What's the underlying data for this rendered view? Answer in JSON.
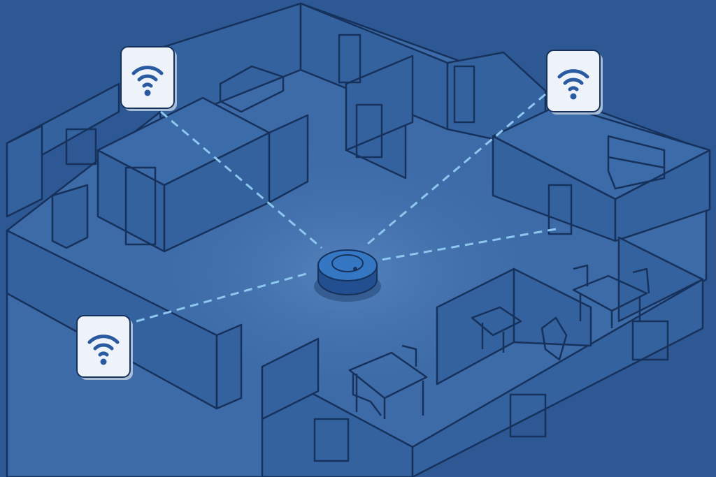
{
  "colors": {
    "background": "#2d5893",
    "floor": "#3d6ba7",
    "wall": "#33629e",
    "outline": "#16325c",
    "signal": "#8cc7ef",
    "robot": "#2f6ab3",
    "access_point": "#e8eef6",
    "wifi_glyph": "#2a5aa0"
  },
  "icons": [
    "wifi-access-point-top-left",
    "wifi-access-point-top-right",
    "wifi-access-point-left",
    "robot-vacuum"
  ]
}
